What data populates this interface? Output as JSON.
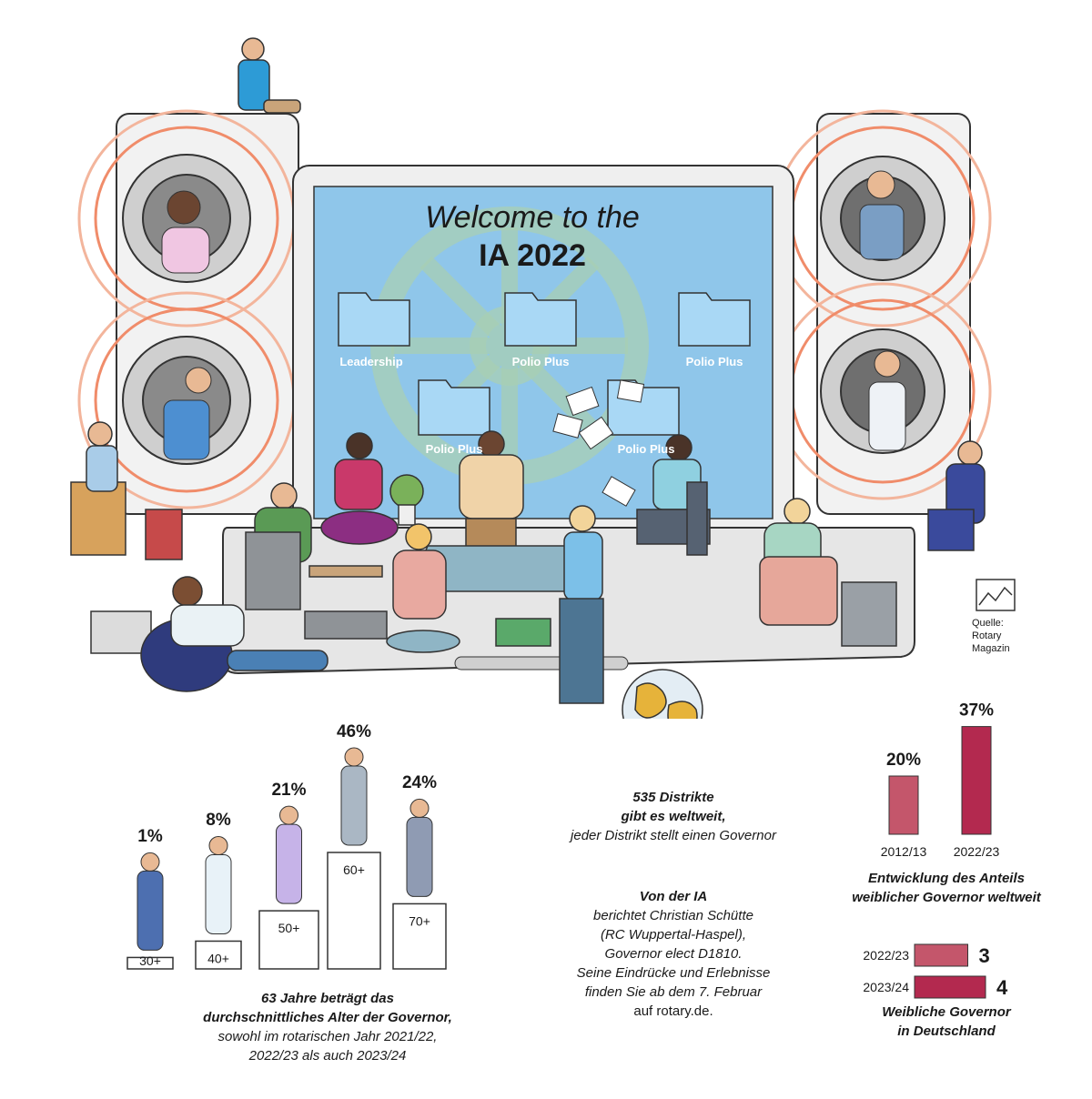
{
  "screen": {
    "title_line1": "Welcome to the",
    "title_line2": "IA 2022",
    "folders": [
      "Leadership",
      "Polio Plus",
      "Polio Plus",
      "Polio Plus",
      "Polio Plus"
    ]
  },
  "source": {
    "line1": "Quelle:",
    "line2": "Rotary",
    "line3": "Magazin"
  },
  "age_chart": {
    "percents": [
      "1%",
      "8%",
      "21%",
      "46%",
      "24%"
    ],
    "groups": [
      "30+",
      "40+",
      "50+",
      "60+",
      "70+"
    ],
    "caption_bold_1": "63 Jahre beträgt das",
    "caption_bold_2": "durchschnittliches Alter der Governor,",
    "caption_3": "sowohl im rotarischen Jahr 2021/22,",
    "caption_4": "2022/23 als auch 2023/24"
  },
  "districts": {
    "bold_1": "535 Distrikte",
    "bold_2": "gibt es weltweit,",
    "line_3": "jeder Distrikt stellt einen Governor"
  },
  "report": {
    "bold_1": "Von der IA",
    "line_2": "berichtet Christian Schütte",
    "line_3": "(RC Wuppertal-Haspel),",
    "line_4": "Governor elect D1810.",
    "line_5": "Seine Eindrücke und Erlebnisse",
    "line_6": "finden Sie ab dem 7. Februar",
    "line_7": "auf rotary.de."
  },
  "female_world": {
    "caption_1": "Entwicklung des Anteils",
    "caption_2": "weiblicher Governor weltweit"
  },
  "female_de": {
    "caption_1": "Weibliche Governor",
    "caption_2": "in Deutschland"
  },
  "colors": {
    "screen_blue": "#8fc6ea",
    "folder_blue": "#a9d8f5",
    "bar_light": "#c4566b",
    "bar_dark": "#b3294f",
    "speaker_ring": "#f08c6a"
  },
  "chart_data": [
    {
      "type": "bar",
      "categories": [
        "30+",
        "40+",
        "50+",
        "60+",
        "70+"
      ],
      "values": [
        1,
        8,
        21,
        46,
        24
      ],
      "data_labels": [
        "1%",
        "8%",
        "21%",
        "46%",
        "24%"
      ]
    },
    {
      "type": "bar",
      "categories": [
        "2012/13",
        "2022/23"
      ],
      "values": [
        20,
        37
      ],
      "data_labels": [
        "20%",
        "37%"
      ],
      "ylim": [
        0,
        40
      ]
    },
    {
      "type": "bar",
      "orientation": "horizontal",
      "categories": [
        "2022/23",
        "2023/24"
      ],
      "values": [
        3,
        4
      ],
      "data_labels": [
        "3",
        "4"
      ]
    }
  ]
}
